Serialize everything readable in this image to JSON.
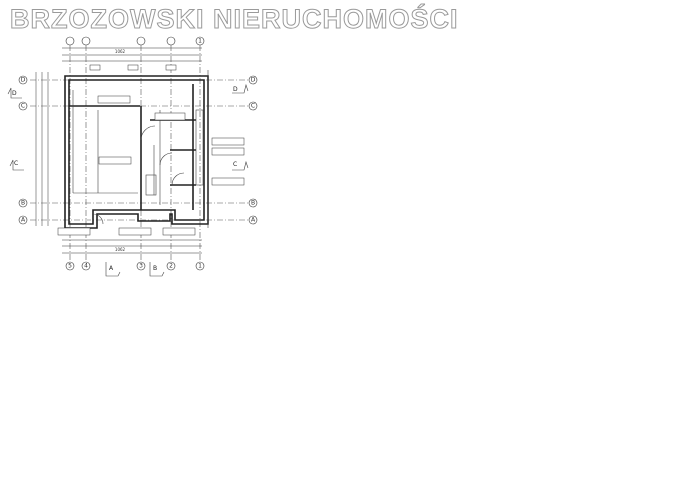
{
  "watermark": "BRZOZOWSKI NIERUCHOMOŚCI",
  "grid": {
    "rows": [
      "D",
      "C",
      "B",
      "A"
    ],
    "columns": [
      "5",
      "4",
      "3",
      "2",
      "1"
    ]
  },
  "sections": {
    "A": "A",
    "B": "B",
    "C": "C",
    "D": "D"
  },
  "dimensions": {
    "total": "1062"
  }
}
